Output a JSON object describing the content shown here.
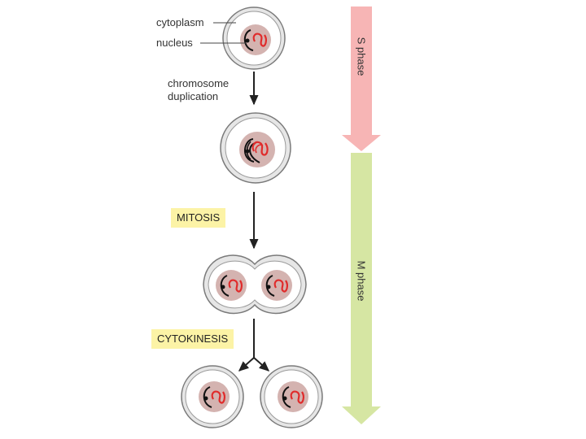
{
  "labels": {
    "cytoplasm": "cytoplasm",
    "nucleus": "nucleus",
    "chromosome_duplication_line1": "chromosome",
    "chromosome_duplication_line2": "duplication",
    "mitosis": "MITOSIS",
    "cytokinesis": "CYTOKINESIS",
    "s_phase": "S phase",
    "m_phase": "M phase"
  },
  "colors": {
    "cell_fill": "#ffffff",
    "cell_outline": "#7a7a7a",
    "cell_halo": "#e6e6e6",
    "nucleus_fill": "#d4b3b0",
    "chromosome_red": "#e02b2b",
    "chromosome_black": "#111111",
    "s_phase_arrow": "#f7b5b5",
    "m_phase_arrow": "#d6e6a3",
    "tag_highlight": "#fcf3a6"
  }
}
